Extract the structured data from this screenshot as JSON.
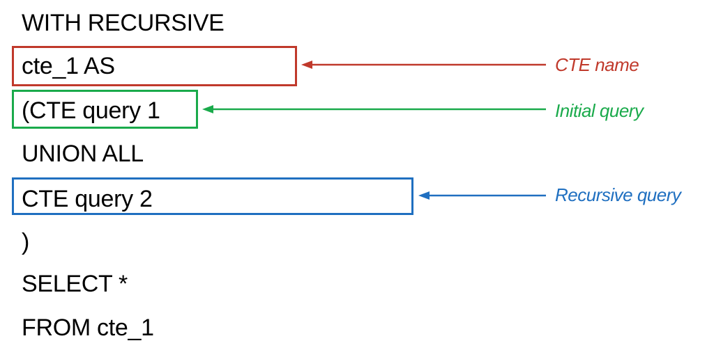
{
  "code": {
    "line_1": "WITH RECURSIVE",
    "line_2": "cte_1 AS",
    "line_3": "(CTE query 1",
    "line_4": "UNION ALL",
    "line_5": "CTE query 2",
    "line_6": ")",
    "line_7": "SELECT *",
    "line_8": "FROM cte_1"
  },
  "annotations": {
    "cte_name": "CTE name",
    "initial_query": "Initial query",
    "recursive_query": "Recursive query"
  },
  "colors": {
    "cte_name": "#c0392b",
    "initial_query": "#1aaa4b",
    "recursive_query": "#1f6fc0",
    "text": "#000000"
  }
}
